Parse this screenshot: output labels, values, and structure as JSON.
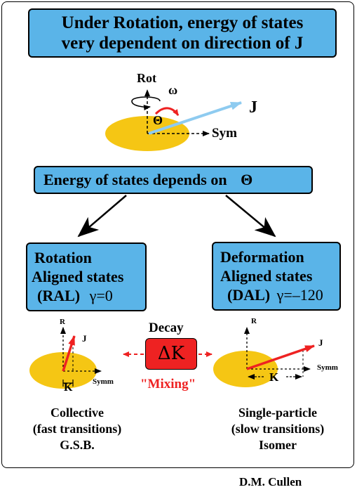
{
  "title": {
    "line1": "Under Rotation, energy of states",
    "line2": "very dependent on direction of J"
  },
  "top_diagram": {
    "rot": "Rot",
    "omega": "ω",
    "theta": "Θ",
    "j": "J",
    "sym": "Sym"
  },
  "energy_box": {
    "text": "Energy of states depends on",
    "symbol": "Θ"
  },
  "ral_box": {
    "line1": "Rotation",
    "line2": "Aligned states",
    "line3": "(RAL)",
    "gamma": "γ=0"
  },
  "dal_box": {
    "line1": "Deformation",
    "line2": "Aligned states",
    "line3": "(DAL)",
    "gamma": "γ=–120"
  },
  "left_diagram": {
    "r": "R",
    "j": "J",
    "symm": "Symm",
    "k": "K"
  },
  "right_diagram": {
    "r": "R",
    "j": "J",
    "symm": "Symm",
    "k": "K"
  },
  "middle": {
    "decay": "Decay",
    "delta_k": "ΔK",
    "mixing": "\"Mixing\""
  },
  "left_caption": {
    "line1": "Collective",
    "line2": "(fast transitions)",
    "line3": "G.S.B."
  },
  "right_caption": {
    "line1": "Single-particle",
    "line2": "(slow transitions)",
    "line3": "Isomer"
  },
  "author": "D.M. Cullen",
  "colors": {
    "box": "#5ab4e8",
    "ellipse": "#f5c614",
    "red": "#ee2222",
    "light_blue_arrow": "#8ecbf0"
  }
}
